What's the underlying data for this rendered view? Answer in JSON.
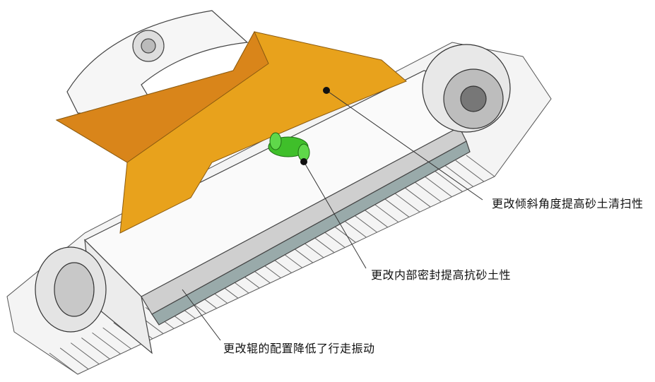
{
  "annotations": {
    "slope": "更改倾斜角度提高砂土清扫性",
    "seal": "更改内部密封提高抗砂土性",
    "roller": "更改辊的配置降低了行走振动"
  },
  "colors": {
    "plate": "#e8a21c",
    "plate_dark": "#d9851a",
    "roller": "#3fbf2a",
    "track_teal": "#2e8b8b",
    "line": "#333333"
  }
}
